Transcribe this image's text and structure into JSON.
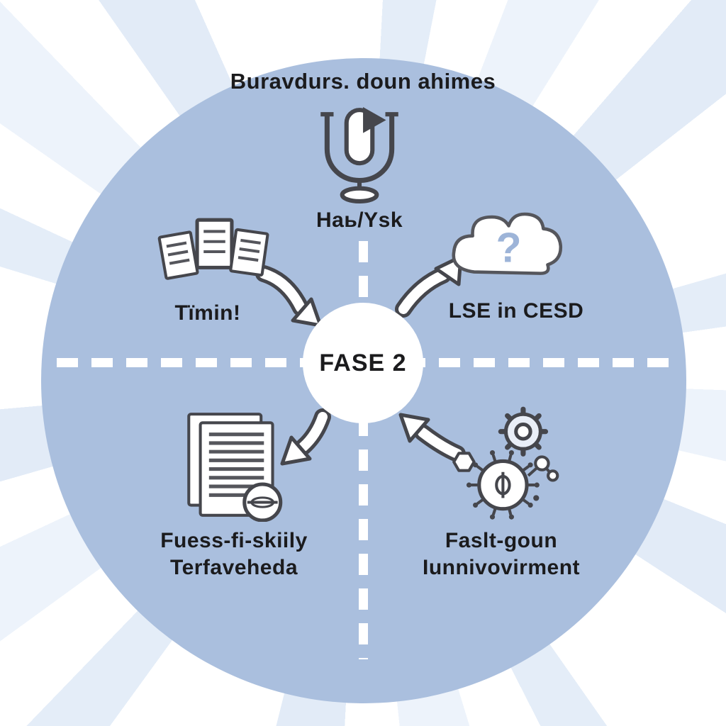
{
  "diagram": {
    "title": "Buravdurs. doun ahimes",
    "center": {
      "label": "FASE 2"
    },
    "nodes": {
      "top": {
        "label": "Haь/Ysk",
        "icon": "microphone-play-icon"
      },
      "left": {
        "label": "Tïmin!",
        "icon": "documents-stack-icon"
      },
      "right": {
        "label": "LSE in CESD",
        "icon": "cloud-question-icon"
      },
      "bottom_left": {
        "label_line1": "Fuess-fi-skiily",
        "label_line2": "Terfaveheda",
        "icon": "checklist-magnifier-icon"
      },
      "bottom_right": {
        "label_line1": "Faslt-goun",
        "label_line2": "Iunnivovirment",
        "icon": "microbe-gear-icon"
      }
    },
    "arrows": [
      "left-node-to-center",
      "center-to-right-node",
      "center-to-bottom-left-node",
      "bottom-right-node-to-center"
    ],
    "colors": {
      "circle_fill": "#aabfde",
      "background": "#ffffff",
      "ray_light": "#e4edf8",
      "text": "#1b1b1d",
      "icon_stroke": "#45464c",
      "divider": "#ffffff",
      "question_mark": "#9db4d8"
    }
  }
}
